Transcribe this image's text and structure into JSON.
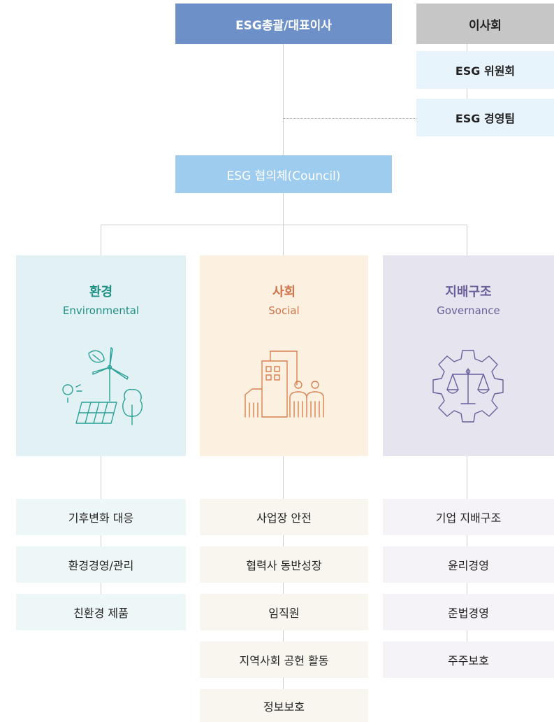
{
  "top": {
    "ceo_label": "ESG총괄/대표이사",
    "board_label": "이사회",
    "committee_label": "ESG 위원회",
    "team_label": "ESG 경영팀",
    "council_label": "ESG 협의체(Council)"
  },
  "pillars": [
    {
      "title": "환경",
      "subtitle": "Environmental",
      "title_color": "#1f8f86",
      "bg_color": "#e2f1f3",
      "icon": "wind-solar-tree-icon",
      "items": [
        "기후변화 대응",
        "환경경영/관리",
        "친환경 제품"
      ],
      "item_bg": "#eef7f8"
    },
    {
      "title": "사회",
      "subtitle": "Social",
      "title_color": "#d0744a",
      "bg_color": "#fcf0e1",
      "icon": "buildings-people-icon",
      "items": [
        "사업장 안전",
        "협력사 동반성장",
        "임직원",
        "지역사회 공헌 활동",
        "정보보호"
      ],
      "item_bg": "#f9f6ef"
    },
    {
      "title": "지배구조",
      "subtitle": "Governance",
      "title_color": "#6b5e9c",
      "bg_color": "#e6e4ee",
      "icon": "gear-scales-icon",
      "items": [
        "기업 지배구조",
        "윤리경영",
        "준법경영",
        "주주보호"
      ],
      "item_bg": "#f5f2f8"
    }
  ]
}
